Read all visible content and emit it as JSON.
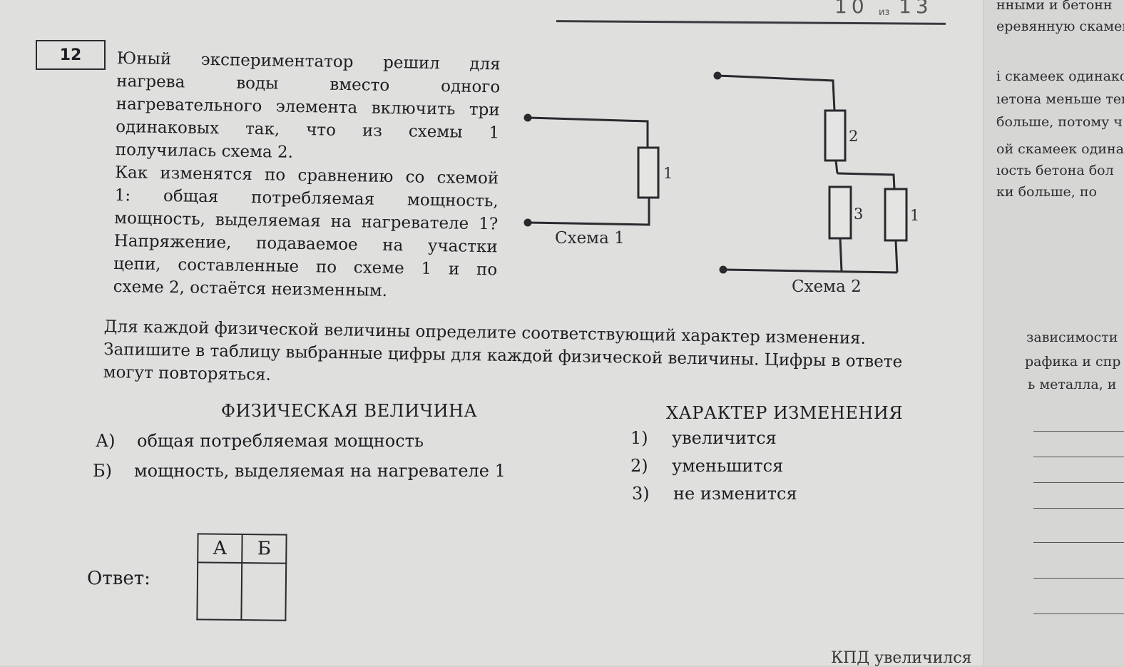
{
  "task_number": "12",
  "problem_lines": [
    "Юный экспериментатор решил для",
    "нагрева воды вместо одного",
    "нагревательного элемента включить три",
    "одинаковых так, что из схемы 1",
    "получилась схема 2.",
    "Как изменятся по сравнению со схемой",
    "1: общая потребляемая мощность,",
    "мощность, выделяемая на нагревателе 1?",
    "Напряжение, подаваемое на участки",
    "цепи, составленные по схеме 1 и по",
    "схеме 2, остаётся неизменным."
  ],
  "instruction_lines": [
    "Для каждой физической величины определите соответствующий характер изменения.",
    "Запишите в таблицу выбранные цифры для каждой физической величины. Цифры в ответе",
    "могут повторяться."
  ],
  "diagram": {
    "scheme1_label": "Схема 1",
    "scheme2_label": "Схема 2",
    "r1_label": "1",
    "r2_label": "2",
    "r3_label": "3",
    "r1b_label": "1"
  },
  "left_column_header": "ФИЗИЧЕСКАЯ ВЕЛИЧИНА",
  "right_column_header": "ХАРАКТЕР ИЗМЕНЕНИЯ",
  "quantities": [
    {
      "key": "А)",
      "text": "общая потребляемая мощность"
    },
    {
      "key": "Б)",
      "text": "мощность, выделяемая на нагревателе 1"
    }
  ],
  "changes": [
    {
      "key": "1)",
      "text": "увеличится"
    },
    {
      "key": "2)",
      "text": "уменьшится"
    },
    {
      "key": "3)",
      "text": "не изменится"
    }
  ],
  "answer": {
    "label": "Ответ:",
    "col_a": "А",
    "col_b": "Б",
    "value_a": "",
    "value_b": ""
  },
  "header_strip": {
    "page_digits": "10",
    "of_word": "из",
    "total_digits": "13"
  },
  "right_page_lines": [
    "нными и бетонн",
    "еревянную скамейк",
    "і скамеек одинако",
    "ıетона меньше теп",
    "больше, потому ч",
    "ой скамеек одина",
    "ıость бетона бол",
    "ки больше, по",
    "зависимости",
    "рафика и спр",
    "ь металла, и"
  ],
  "bottom_peek": "КПД увеличился"
}
